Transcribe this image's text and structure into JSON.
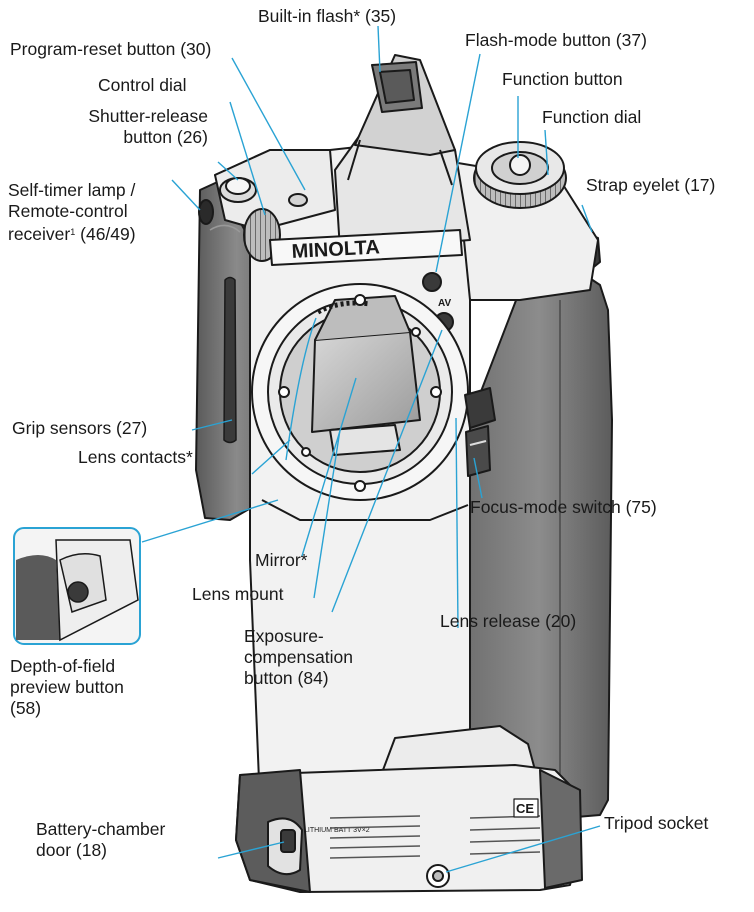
{
  "figure": {
    "camera_logo": "MINOLTA",
    "bottom_marks": {
      "battery_mark": "LITHIUM BATT 3V×2",
      "ce_mark": "CE"
    }
  },
  "callouts": {
    "built_in_flash": "Built-in flash*  (35)",
    "program_reset": "Program-reset button (30)",
    "flash_mode": "Flash-mode button (37)",
    "control_dial": "Control dial",
    "function_button": "Function button",
    "shutter_release_1": "Shutter-release",
    "shutter_release_2": "button (26)",
    "function_dial": "Function dial",
    "self_timer_1": "Self-timer lamp /",
    "self_timer_2": "Remote-control",
    "self_timer_3": "receiver",
    "self_timer_sup": "1",
    "self_timer_3b": " (46/49)",
    "strap_eyelet": "Strap eyelet (17)",
    "grip_sensors": "Grip sensors (27)",
    "lens_contacts": "Lens contacts*",
    "focus_mode": "Focus-mode switch (75)",
    "mirror": "Mirror*",
    "lens_mount": "Lens mount",
    "lens_release": "Lens release (20)",
    "exposure_comp_1": "Exposure-",
    "exposure_comp_2": "compensation",
    "exposure_comp_3": "button (84)",
    "dof_1": "Depth-of-field",
    "dof_2": "preview button",
    "dof_3": "(58)",
    "battery_door_1": "Battery-chamber",
    "battery_door_2": "door (18)",
    "tripod_socket": "Tripod socket"
  },
  "colors": {
    "leader": "#2aa3d4",
    "body_light": "#f2f2f2",
    "body_dark": "#6e6e6e",
    "outline": "#1a1a1a"
  }
}
